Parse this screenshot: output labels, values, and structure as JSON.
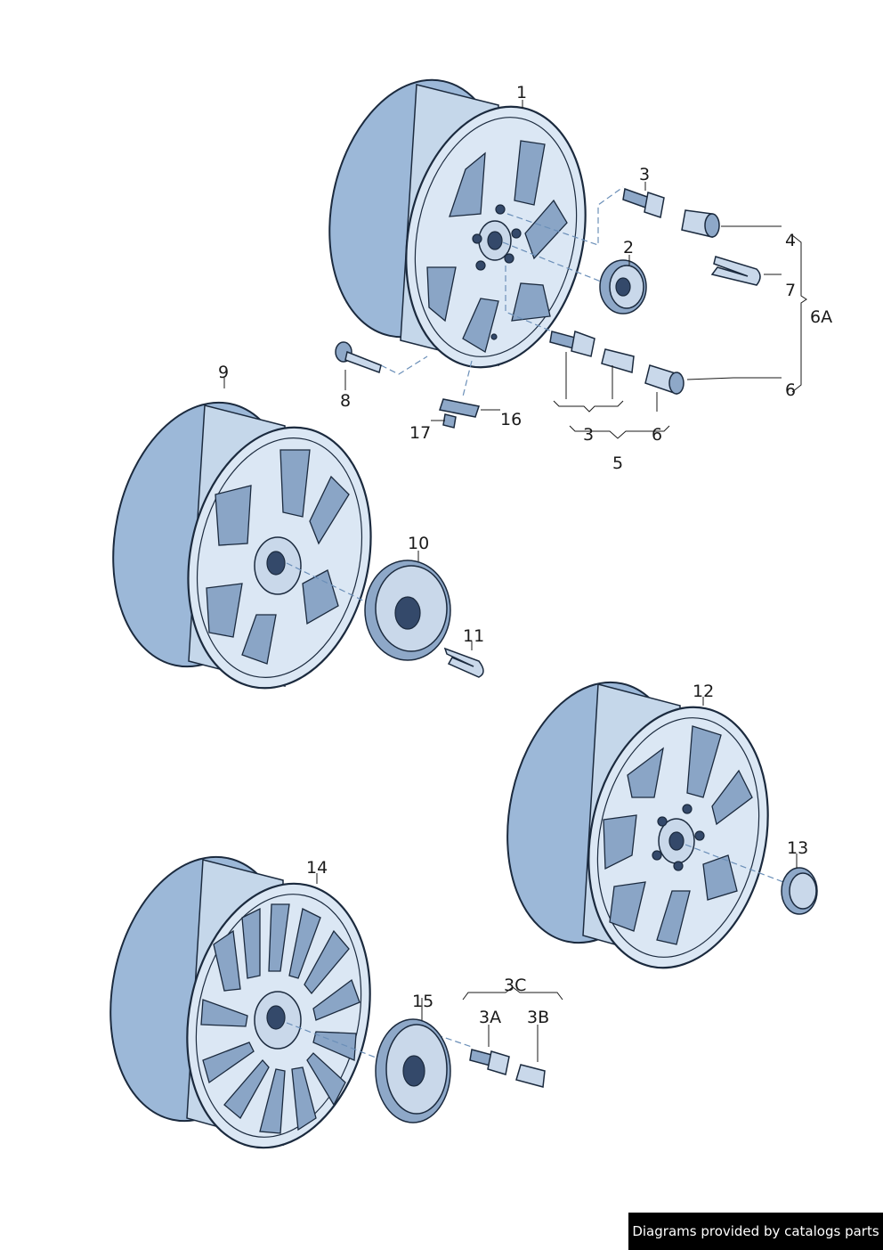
{
  "callouts": {
    "c1": "1",
    "c2": "2",
    "c3": "3",
    "c4": "4",
    "c6A": "6A",
    "c7": "7",
    "c6": "6",
    "c8": "8",
    "c16": "16",
    "c17": "17",
    "c3b": "3",
    "c6b": "6",
    "c5": "5",
    "c9": "9",
    "c10": "10",
    "c11": "11",
    "c12": "12",
    "c13": "13",
    "c14": "14",
    "c15": "15",
    "c3C": "3C",
    "c3A": "3A",
    "c3B": "3B"
  },
  "footer": {
    "credit": "Diagrams provided by catalogs parts"
  },
  "colors": {
    "tire": "#9cb8d8",
    "face": "#dbe7f4",
    "outline": "#1b2a3e",
    "footer_bg": "#000000"
  }
}
